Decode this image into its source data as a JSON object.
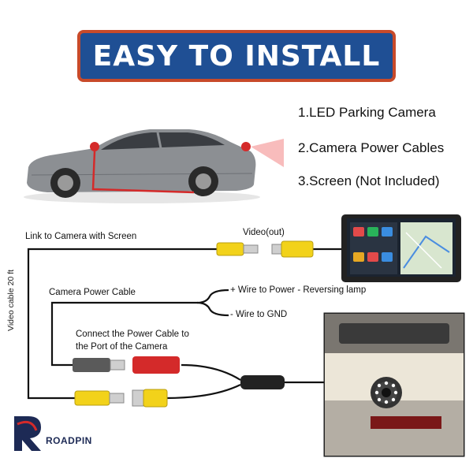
{
  "banner": {
    "title": "EASY TO INSTALL"
  },
  "items": [
    "1.LED Parking Camera",
    "2.Camera Power Cables",
    "3.Screen (Not Included)"
  ],
  "labels": {
    "link_camera": "Link to Camera with Screen",
    "video_out": "Video(out)",
    "power_cable": "Camera Power Cable",
    "wire_power": "+ Wire to Power - Reversing lamp",
    "wire_gnd": "- Wire to GND",
    "connect_1": "Connect the Power Cable to",
    "connect_2": "the Port of the Camera",
    "video_cable": "Video cable 20 ft"
  },
  "brand": {
    "name": "ROADPIN",
    "letter": "R"
  },
  "colors": {
    "banner_bg": "#1f4f94",
    "banner_border": "#c84a2a",
    "rca_yellow": "#f2d21a",
    "dc_red": "#d42a2a"
  }
}
